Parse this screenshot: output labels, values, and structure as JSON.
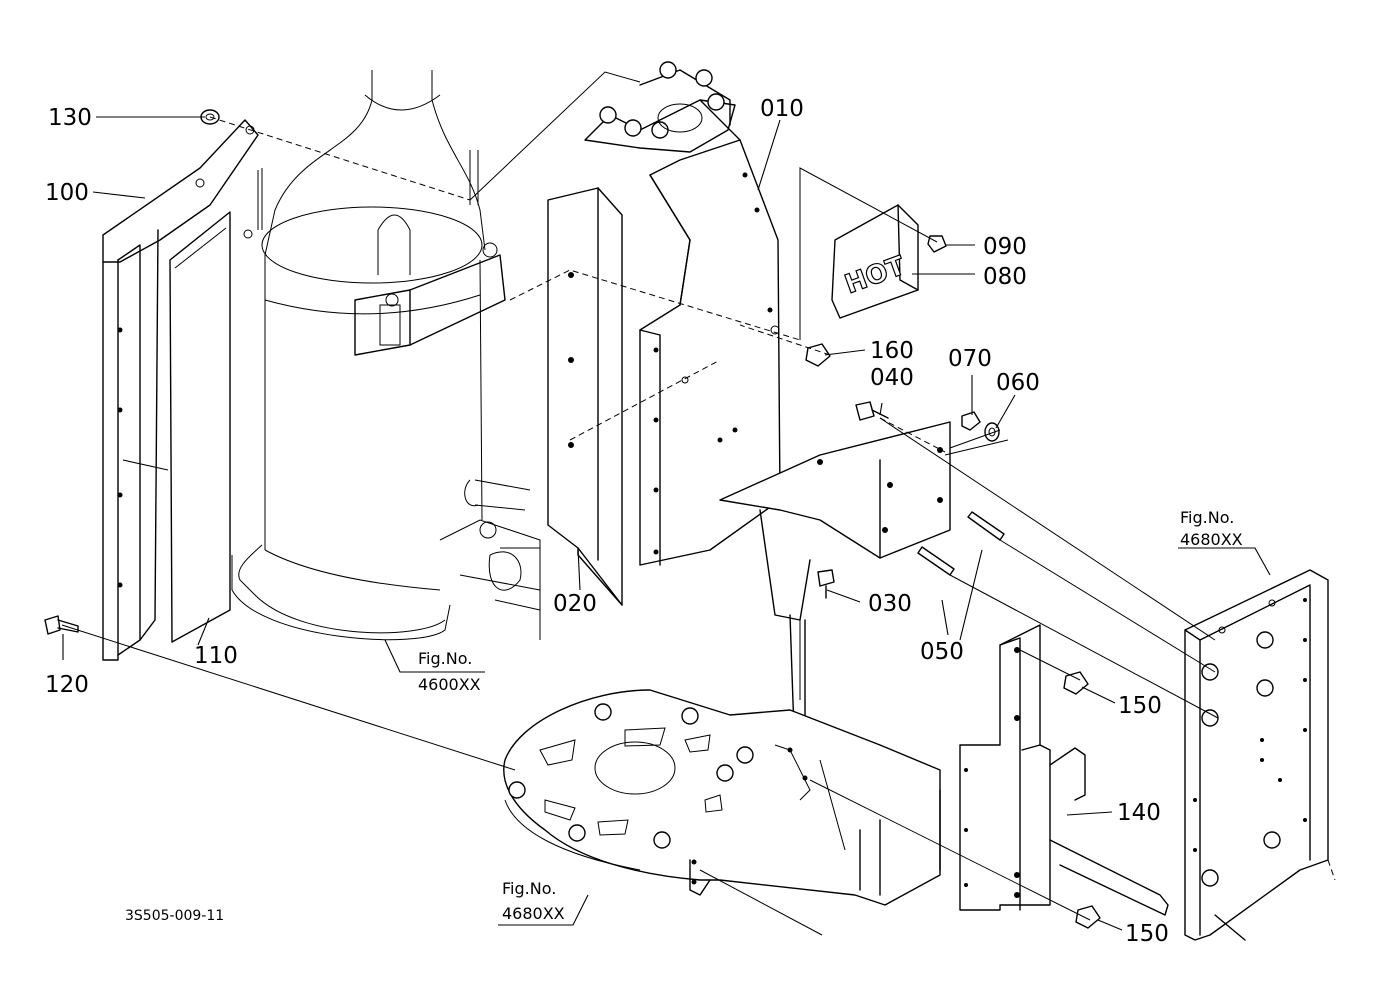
{
  "part_labels": {
    "p010": "010",
    "p020": "020",
    "p030": "030",
    "p040": "040",
    "p050": "050",
    "p060": "060",
    "p070": "070",
    "p080": "080",
    "p090": "090",
    "p100": "100",
    "p110": "110",
    "p120": "120",
    "p130": "130",
    "p140": "140",
    "p150a": "150",
    "p150b": "150",
    "p160": "160"
  },
  "figure_refs": {
    "fig_4600_title": "Fig.No.",
    "fig_4600_num": "4600XX",
    "fig_4680_right_title": "Fig.No.",
    "fig_4680_right_num": "4680XX",
    "fig_4680_bottom_title": "Fig.No.",
    "fig_4680_bottom_num": "4680XX"
  },
  "plate_text": "HOT",
  "drawing_code": "3S505-009-11"
}
